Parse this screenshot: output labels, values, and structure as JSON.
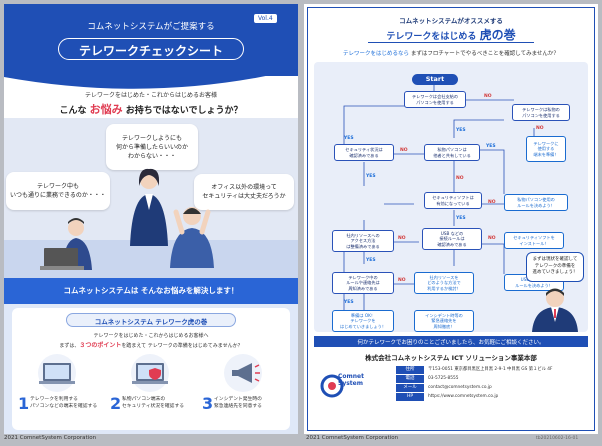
{
  "p1": {
    "vol": "Vol.4",
    "subtitle": "コムネットシステムがご提案する",
    "title": "テレワークチェックシート",
    "intro": "テレワークをはじめた・これからはじめるお客様",
    "q_pre": "こんな ",
    "q_em": "お悩み",
    "q_post": " お持ちではないでしょうか？",
    "b1": "テレワークしようにも\n何から準備したらいいのか\nわからない・・・",
    "b2": "テレワーク中も\nいつも通りに業務できるのか・・・",
    "b3": "オフィス以外の環境って\nセキュリティは大丈夫だろうか",
    "solve": "コムネットシステムは  そんなお悩みを解決します！",
    "book_title": "コムネットシステム  テレワーク虎の巻",
    "book_l1": "テレワークをはじめた・これからはじめるお客様へ",
    "book_l2_a": "まずは、",
    "book_l2_em": "３つのポイント",
    "book_l2_b": "を踏まえて  テレワークの準備をはじめてみませんか？",
    "points": [
      {
        "num": "1",
        "text": "テレワークを利用する\nパソコンなどの端末を確認する"
      },
      {
        "num": "2",
        "text": "私物パソコン端末の\nセキュリティ状況を確認する"
      },
      {
        "num": "3",
        "text": "インシデント発生時の\n緊急連絡先を同意する"
      }
    ],
    "footer": "2021 ComnetSystem Corporation",
    "colors": {
      "brand": "#1f4fb5",
      "accent": "#e03c52"
    }
  },
  "p2": {
    "subtitle": "コムネットシステムがオススメする",
    "title_a": "テレワークをはじめる ",
    "title_b": "虎の巻",
    "sub_a": "テレワークをはじめるなら",
    "sub_b": "まずはフロチャートでやるべきことを確認してみませんか？",
    "start": "Start",
    "nodes": {
      "n1": "テレワークは会社支給の\nパソコンを使用する",
      "n2": "テレワークは私物の\nパソコンを使用する",
      "n3": "テレワークに\n使用する\n端末を準備！",
      "n4": "セキュリティ状況は\n確認済みである",
      "n5": "私物パソコンは\n他者と共有している",
      "n6": "私物パソコン使用の\nルールを決めよう！",
      "n7": "セキュリティソフトは\n有効になっている",
      "n8": "セキュリティソフトを\nインストール！",
      "n9": "社内リソースへの\nアクセス方法\nは整備済みである",
      "n10": "USB などの\n接続ルールは\n確認済みである",
      "n11": "USB 等接続の\nルールを決めよう！",
      "n12": "テレワーク中の\nルールや連絡先は\n周知済みである",
      "n13": "社内リソースを\nどのような方法で\n利用するか検討！",
      "n14": "準備は OK！\nテレワークを\nはじめていきましょう！",
      "n15": "インシデント時等の\n緊急連絡先を\n周知徹底！",
      "side": "まずは現状を確認して\nテレワークの準備を\n進めていきましょう！"
    },
    "yes": "YES",
    "no": "NO",
    "consult": "何かテレワークでお困りのことございましたら、お気軽にご相談ください。",
    "company": "株式会社コムネットシステム  ICT ソリューション事業本部",
    "logo": "Comnet System",
    "info": [
      {
        "k": "住所",
        "v": "〒153-0051 東京都目黒区上目黒 2-9-1 中目黒 GS 第１ビル 4F"
      },
      {
        "k": "電話",
        "v": "03-5725-8555"
      },
      {
        "k": "メール",
        "v": "contact@comnetsystem.co.jp"
      },
      {
        "k": "HP",
        "v": "https://www.comnetsystem.co.jp"
      }
    ],
    "code": "tb20210602-16-01",
    "footer": "2021 ComnetSystem Corporation"
  }
}
